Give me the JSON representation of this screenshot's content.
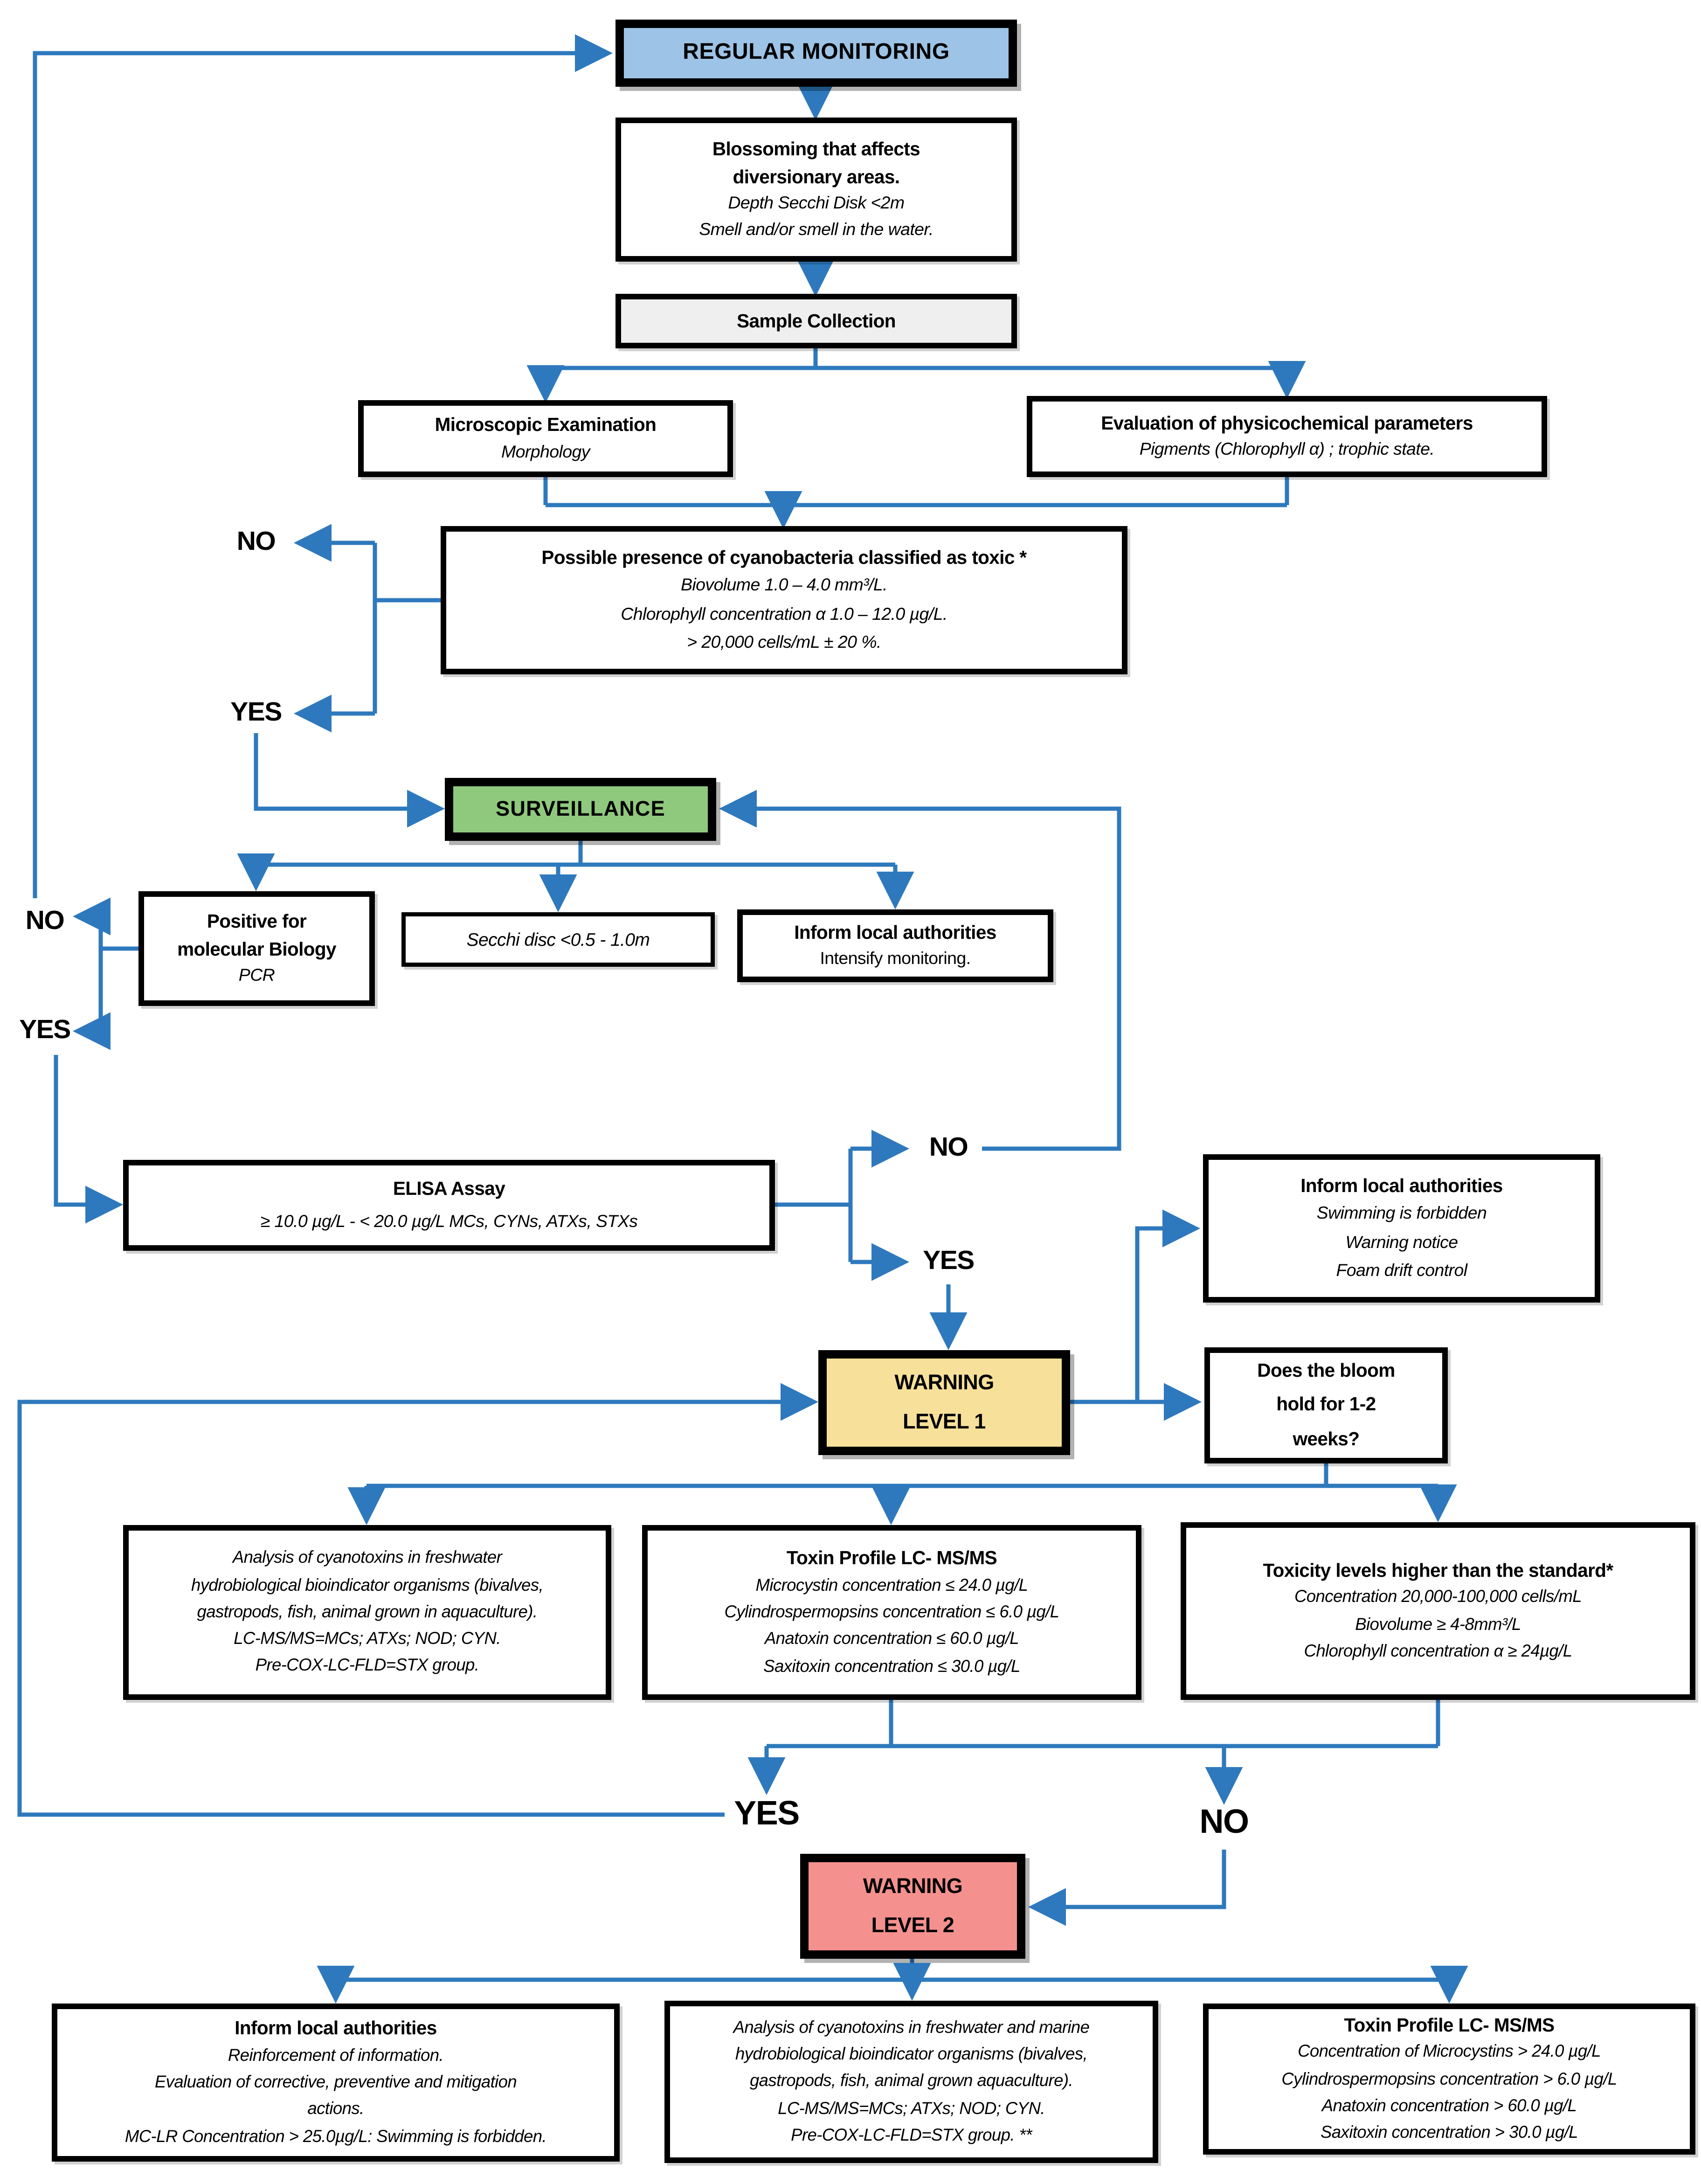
{
  "colors": {
    "arrow_blue": "#2E79BD",
    "box_blue": "#9DC3E6",
    "box_green": "#8FC97D",
    "box_yellow": "#F7E099",
    "box_red": "#F4918E",
    "box_gray": "#EFEFEF",
    "box_white": "#FFFFFF",
    "border_black": "#000000"
  },
  "nodes": {
    "regular_monitoring": {
      "title": "REGULAR MONITORING"
    },
    "blossoming": {
      "title": "Blossoming that affects\ndiversionary areas.",
      "body": "Depth Secchi Disk <2m\nSmell and/or smell in the water."
    },
    "sample_collection": {
      "title": "Sample Collection"
    },
    "microscopic": {
      "title": "Microscopic Examination",
      "body": "Morphology"
    },
    "physicochemical": {
      "title": "Evaluation of physicochemical parameters",
      "body": "Pigments (Chlorophyll α) ; trophic state."
    },
    "possible_presence": {
      "title": "Possible presence of cyanobacteria classified as toxic *",
      "body": "Biovolume 1.0 – 4.0 mm³/L.\nChlorophyll concentration α 1.0 – 12.0 µg/L.\n> 20,000 cells/mL ± 20 %."
    },
    "surveillance": {
      "title": "SURVEILLANCE"
    },
    "pcr": {
      "title": "Positive for\nmolecular Biology",
      "body": "PCR"
    },
    "secchi": {
      "body": "Secchi disc <0.5 - 1.0m"
    },
    "inform_intensify": {
      "title": "Inform local authorities",
      "body": "Intensify monitoring."
    },
    "elisa": {
      "title": "ELISA Assay",
      "body": "≥ 10.0 µg/L - < 20.0 µg/L MCs, CYNs, ATXs, STXs"
    },
    "inform_swimming": {
      "title": "Inform local authorities",
      "body": "Swimming is forbidden\nWarning notice\nFoam drift control"
    },
    "warning_level_1": {
      "title": "WARNING\nLEVEL 1"
    },
    "bloom_hold": {
      "title": "Does the bloom\nhold for 1-2\nweeks?"
    },
    "analysis_freshwater": {
      "body": "Analysis of cyanotoxins in freshwater\nhydrobiological bioindicator organisms (bivalves,\ngastropods, fish, animal grown in aquaculture).\nLC-MS/MS=MCs; ATXs; NOD; CYN.\nPre-COX-LC-FLD=STX group."
    },
    "toxin_profile_1": {
      "title": "Toxin Profile LC- MS/MS",
      "body": "Microcystin concentration ≤ 24.0 µg/L\nCylindrospermopsins concentration ≤ 6.0 µg/L\nAnatoxin concentration ≤ 60.0 µg/L\nSaxitoxin concentration ≤ 30.0 µg/L"
    },
    "toxicity_levels": {
      "title": "Toxicity levels higher than the standard*",
      "body": "Concentration 20,000-100,000 cells/mL\nBiovolume ≥ 4-8mm³/L\nChlorophyll concentration α ≥ 24µg/L"
    },
    "warning_level_2": {
      "title": "WARNING\nLEVEL 2"
    },
    "inform_reinforcement": {
      "title": "Inform local authorities",
      "body": "Reinforcement of information.\nEvaluation of corrective, preventive and mitigation\nactions.\nMC-LR Concentration > 25.0µg/L: Swimming is forbidden."
    },
    "analysis_marine": {
      "body": "Analysis of cyanotoxins in freshwater and marine\nhydrobiological bioindicator organisms (bivalves,\ngastropods, fish, animal grown aquaculture).\nLC-MS/MS=MCs; ATXs; NOD; CYN.\nPre-COX-LC-FLD=STX group. **"
    },
    "toxin_profile_2": {
      "title": "Toxin Profile LC- MS/MS",
      "body": "Concentration of Microcystins > 24.0 µg/L\nCylindrospermopsins concentration > 6.0 µg/L\nAnatoxin concentration > 60.0 µg/L\nSaxitoxin concentration > 30.0 µg/L"
    }
  },
  "labels": {
    "no1": "NO",
    "yes1": "YES",
    "no2": "NO",
    "yes2": "YES",
    "no3": "NO",
    "yes3": "YES",
    "yes4": "YES",
    "no4": "NO"
  }
}
